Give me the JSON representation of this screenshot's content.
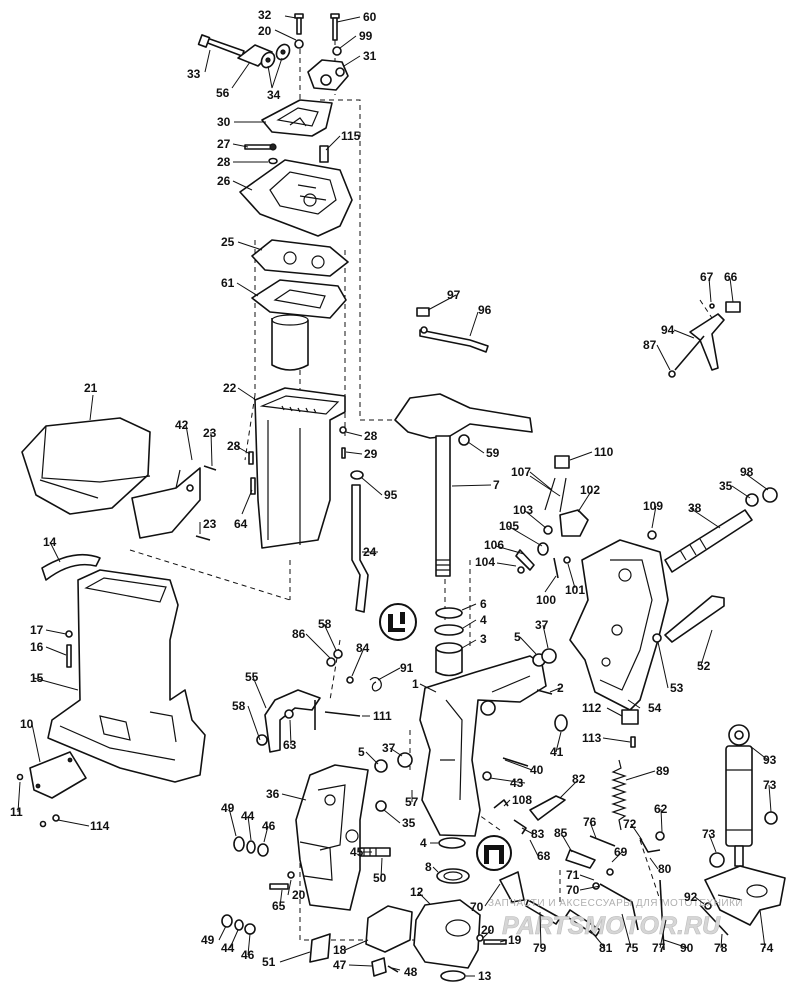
{
  "callouts": [
    {
      "id": "c32",
      "text": "32"
    },
    {
      "id": "c60",
      "text": "60"
    },
    {
      "id": "c20a",
      "text": "20"
    },
    {
      "id": "c99",
      "text": "99"
    },
    {
      "id": "c33",
      "text": "33"
    },
    {
      "id": "c31",
      "text": "31"
    },
    {
      "id": "c56",
      "text": "56"
    },
    {
      "id": "c34",
      "text": "34"
    },
    {
      "id": "c30",
      "text": "30"
    },
    {
      "id": "c115",
      "text": "115"
    },
    {
      "id": "c27",
      "text": "27"
    },
    {
      "id": "c28a",
      "text": "28"
    },
    {
      "id": "c26",
      "text": "26"
    },
    {
      "id": "c25",
      "text": "25"
    },
    {
      "id": "c61",
      "text": "61"
    },
    {
      "id": "c97",
      "text": "97"
    },
    {
      "id": "c96",
      "text": "96"
    },
    {
      "id": "c67",
      "text": "67"
    },
    {
      "id": "c66",
      "text": "66"
    },
    {
      "id": "c94",
      "text": "94"
    },
    {
      "id": "c87",
      "text": "87"
    },
    {
      "id": "c21",
      "text": "21"
    },
    {
      "id": "c22",
      "text": "22"
    },
    {
      "id": "c42",
      "text": "42"
    },
    {
      "id": "c23a",
      "text": "23"
    },
    {
      "id": "c28b",
      "text": "28"
    },
    {
      "id": "c28c",
      "text": "28"
    },
    {
      "id": "c29",
      "text": "29"
    },
    {
      "id": "c59",
      "text": "59"
    },
    {
      "id": "c110",
      "text": "110"
    },
    {
      "id": "c7",
      "text": "7"
    },
    {
      "id": "c107",
      "text": "107"
    },
    {
      "id": "c98",
      "text": "98"
    },
    {
      "id": "c35a",
      "text": "35"
    },
    {
      "id": "c95",
      "text": "95"
    },
    {
      "id": "c64",
      "text": "64"
    },
    {
      "id": "c23b",
      "text": "23"
    },
    {
      "id": "c103",
      "text": "103"
    },
    {
      "id": "c102",
      "text": "102"
    },
    {
      "id": "c109",
      "text": "109"
    },
    {
      "id": "c38",
      "text": "38"
    },
    {
      "id": "c105",
      "text": "105"
    },
    {
      "id": "c14",
      "text": "14"
    },
    {
      "id": "c24",
      "text": "24"
    },
    {
      "id": "c106",
      "text": "106"
    },
    {
      "id": "c104",
      "text": "104"
    },
    {
      "id": "c100",
      "text": "100"
    },
    {
      "id": "c101",
      "text": "101"
    },
    {
      "id": "c6",
      "text": "6"
    },
    {
      "id": "c4a",
      "text": "4"
    },
    {
      "id": "c3",
      "text": "3"
    },
    {
      "id": "c17",
      "text": "17"
    },
    {
      "id": "c86",
      "text": "86"
    },
    {
      "id": "c58a",
      "text": "58"
    },
    {
      "id": "c16",
      "text": "16"
    },
    {
      "id": "c84",
      "text": "84"
    },
    {
      "id": "c5a",
      "text": "5"
    },
    {
      "id": "c37a",
      "text": "37"
    },
    {
      "id": "c52",
      "text": "52"
    },
    {
      "id": "c91",
      "text": "91"
    },
    {
      "id": "c15",
      "text": "15"
    },
    {
      "id": "c55",
      "text": "55"
    },
    {
      "id": "c1",
      "text": "1"
    },
    {
      "id": "c2",
      "text": "2"
    },
    {
      "id": "c53",
      "text": "53"
    },
    {
      "id": "c111",
      "text": "111"
    },
    {
      "id": "c58b",
      "text": "58"
    },
    {
      "id": "c54",
      "text": "54"
    },
    {
      "id": "c112",
      "text": "112"
    },
    {
      "id": "c10",
      "text": "10"
    },
    {
      "id": "c63",
      "text": "63"
    },
    {
      "id": "c41",
      "text": "41"
    },
    {
      "id": "c113",
      "text": "113"
    },
    {
      "id": "c93",
      "text": "93"
    },
    {
      "id": "c5b",
      "text": "5"
    },
    {
      "id": "c37b",
      "text": "37"
    },
    {
      "id": "c40",
      "text": "40"
    },
    {
      "id": "c89",
      "text": "89"
    },
    {
      "id": "c43",
      "text": "43"
    },
    {
      "id": "c82",
      "text": "82"
    },
    {
      "id": "c73a",
      "text": "73"
    },
    {
      "id": "c36",
      "text": "36"
    },
    {
      "id": "c57",
      "text": "57"
    },
    {
      "id": "c108",
      "text": "108"
    },
    {
      "id": "c11",
      "text": "11"
    },
    {
      "id": "c114",
      "text": "114"
    },
    {
      "id": "c49a",
      "text": "49"
    },
    {
      "id": "c44a",
      "text": "44"
    },
    {
      "id": "c35b",
      "text": "35"
    },
    {
      "id": "c62",
      "text": "62"
    },
    {
      "id": "c46a",
      "text": "46"
    },
    {
      "id": "c83",
      "text": "83"
    },
    {
      "id": "c76",
      "text": "76"
    },
    {
      "id": "c72",
      "text": "72"
    },
    {
      "id": "c73b",
      "text": "73"
    },
    {
      "id": "c85",
      "text": "85"
    },
    {
      "id": "c4b",
      "text": "4"
    },
    {
      "id": "c45",
      "text": "45"
    },
    {
      "id": "c68",
      "text": "68"
    },
    {
      "id": "c69",
      "text": "69"
    },
    {
      "id": "c80",
      "text": "80"
    },
    {
      "id": "c50",
      "text": "50"
    },
    {
      "id": "c8",
      "text": "8"
    },
    {
      "id": "c71",
      "text": "71"
    },
    {
      "id": "c70a",
      "text": "70"
    },
    {
      "id": "c20b",
      "text": "20"
    },
    {
      "id": "c92",
      "text": "92"
    },
    {
      "id": "c65",
      "text": "65"
    },
    {
      "id": "c12",
      "text": "12"
    },
    {
      "id": "c70b",
      "text": "70"
    },
    {
      "id": "c20c",
      "text": "20"
    },
    {
      "id": "c49b",
      "text": "49"
    },
    {
      "id": "c44b",
      "text": "44"
    },
    {
      "id": "c46b",
      "text": "46"
    },
    {
      "id": "c18",
      "text": "18"
    },
    {
      "id": "c19",
      "text": "19"
    },
    {
      "id": "c79",
      "text": "79"
    },
    {
      "id": "c81",
      "text": "81"
    },
    {
      "id": "c75",
      "text": "75"
    },
    {
      "id": "c77",
      "text": "77"
    },
    {
      "id": "c90",
      "text": "90"
    },
    {
      "id": "c78",
      "text": "78"
    },
    {
      "id": "c74",
      "text": "74"
    },
    {
      "id": "c51",
      "text": "51"
    },
    {
      "id": "c47",
      "text": "47"
    },
    {
      "id": "c48",
      "text": "48"
    },
    {
      "id": "c13",
      "text": "13"
    }
  ],
  "watermark": {
    "line": "ЗАПЧАСТИ И АКСЕССУАРЫ ДЛЯ МОТОТЕХНИКИ",
    "logo": "PARTSMOTOR.RU"
  }
}
